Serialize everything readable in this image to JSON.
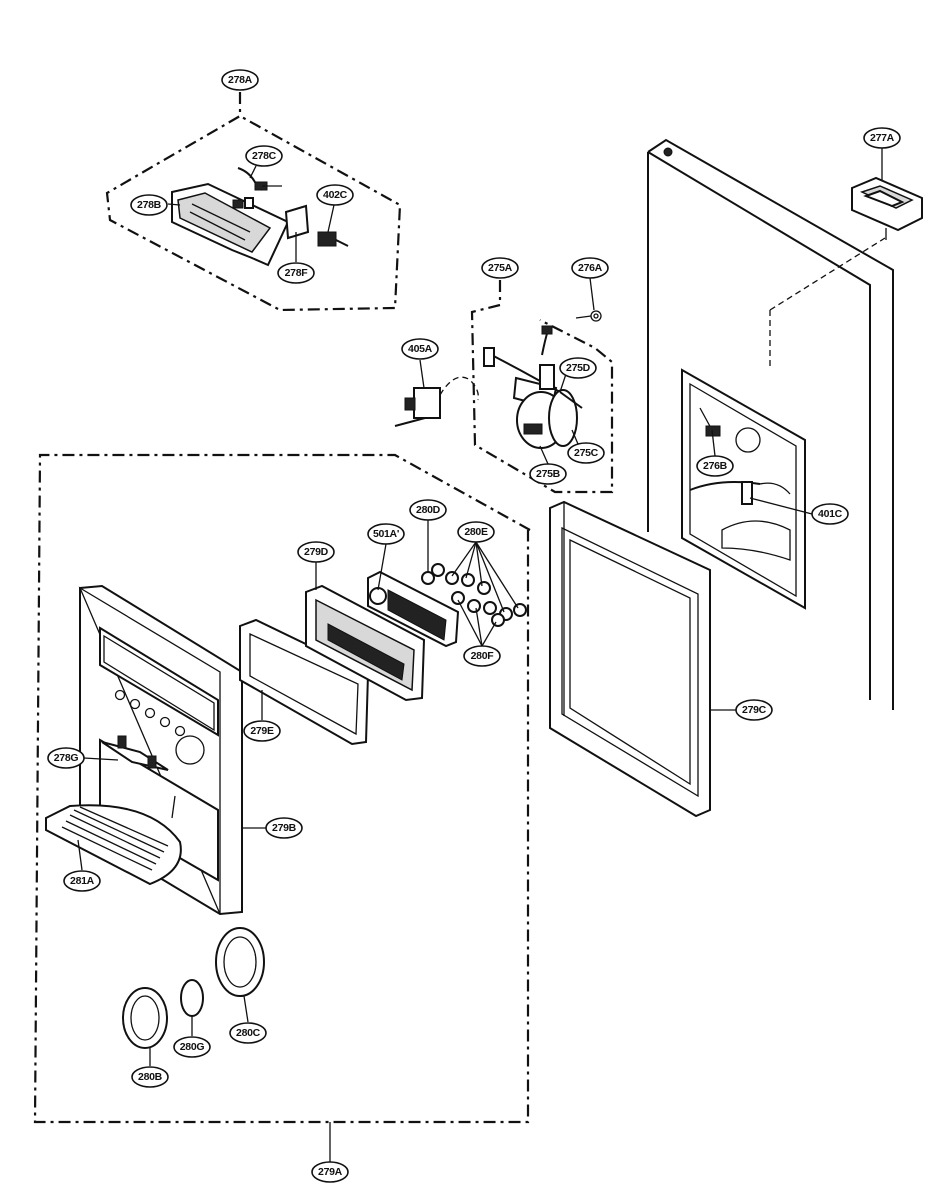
{
  "labels": {
    "p278A": "278A",
    "p278B": "278B",
    "p278C": "278C",
    "p278F": "278F",
    "p402C": "402C",
    "p277A": "277A",
    "p275A": "275A",
    "p276A": "276A",
    "p405A": "405A",
    "p275D": "275D",
    "p275C": "275C",
    "p275B": "275B",
    "p276B": "276B",
    "p401C": "401C",
    "p280D": "280D",
    "p501A": "501A'",
    "p280E": "280E",
    "p279D": "279D",
    "p280F": "280F",
    "p279C": "279C",
    "p279E": "279E",
    "p278G": "278G",
    "p279B": "279B",
    "p281A": "281A",
    "p280G": "280G",
    "p280C": "280C",
    "p280B": "280B",
    "p279A": "279A"
  }
}
